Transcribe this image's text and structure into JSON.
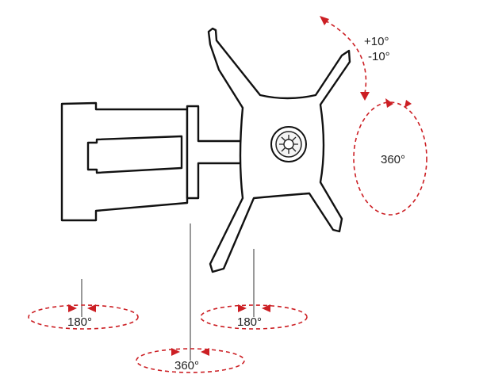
{
  "labels": {
    "tilt_up": "+10°",
    "tilt_down": "-10°",
    "rotation": "360°",
    "arm_swivel_left": "180°",
    "arm_swivel_right": "180°",
    "wall_swivel": "360°"
  },
  "colors": {
    "accent": "#cc1f24",
    "outline": "#111111",
    "background": "#ffffff"
  }
}
